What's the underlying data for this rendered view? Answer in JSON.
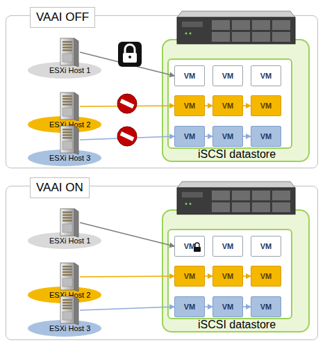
{
  "diagram": {
    "nodes": [
      {
        "text": [
          "VAAI OFF"
        ]
      },
      {
        "text": [
          "ESXi Host 1"
        ],
        "in": 0
      },
      {
        "text": [
          "ESXi Host 2"
        ],
        "in": 0
      },
      {
        "text": [
          "ESXi Host 3"
        ],
        "in": 0
      },
      {
        "text": [
          "iSCSI datastore"
        ],
        "in": 0
      },
      {
        "text": [
          "VM"
        ],
        "in": 4
      },
      {
        "text": [
          "VM"
        ],
        "in": 4
      },
      {
        "text": [
          "VM"
        ],
        "in": 4
      },
      {
        "text": [
          "VM"
        ],
        "in": 4
      },
      {
        "text": [
          "VM"
        ],
        "in": 4
      },
      {
        "text": [
          "VM"
        ],
        "in": 4
      },
      {
        "text": [
          "VM"
        ],
        "in": 4
      },
      {
        "text": [
          "VM"
        ],
        "in": 4
      },
      {
        "text": [
          "VM"
        ],
        "in": 4
      },
      {
        "text": [
          "VAAI ON"
        ]
      },
      {
        "text": [
          "ESXi Host 1"
        ],
        "in": 14
      },
      {
        "text": [
          "ESXi Host 2"
        ],
        "in": 14
      },
      {
        "text": [
          "ESXi Host 3"
        ],
        "in": 14
      },
      {
        "text": [
          "iSCSI datastore"
        ],
        "in": 14
      },
      {
        "text": [
          "VM"
        ],
        "in": 18
      },
      {
        "text": [
          "VM"
        ],
        "in": 18
      },
      {
        "text": [
          "VM"
        ],
        "in": 18
      },
      {
        "text": [
          "VM"
        ],
        "in": 18
      },
      {
        "text": [
          "VM"
        ],
        "in": 18
      },
      {
        "text": [
          "VM"
        ],
        "in": 18
      },
      {
        "text": [
          "VM"
        ],
        "in": 18
      },
      {
        "text": [
          "VM"
        ],
        "in": 18
      },
      {
        "text": [
          "VM"
        ],
        "in": 18
      }
    ],
    "edges": [
      {
        "from": 1,
        "to": 5,
        "arrow": "to"
      },
      {
        "from": 2,
        "to": 8,
        "arrow": "to"
      },
      {
        "from": 3,
        "to": 11,
        "arrow": "to"
      },
      {
        "from": 8,
        "to": 9,
        "arrow": "to"
      },
      {
        "from": 9,
        "to": 10,
        "arrow": "to"
      },
      {
        "from": 11,
        "to": 12,
        "arrow": "to"
      },
      {
        "from": 12,
        "to": 13,
        "arrow": "to"
      },
      {
        "from": 15,
        "to": 19,
        "arrow": "to"
      },
      {
        "from": 16,
        "to": 22,
        "arrow": "to"
      },
      {
        "from": 17,
        "to": 25,
        "arrow": "to"
      },
      {
        "from": 22,
        "to": 23,
        "arrow": "to"
      },
      {
        "from": 23,
        "to": 24,
        "arrow": "to"
      },
      {
        "from": 25,
        "to": 26,
        "arrow": "to"
      },
      {
        "from": 26,
        "to": 27,
        "arrow": "to"
      }
    ]
  }
}
